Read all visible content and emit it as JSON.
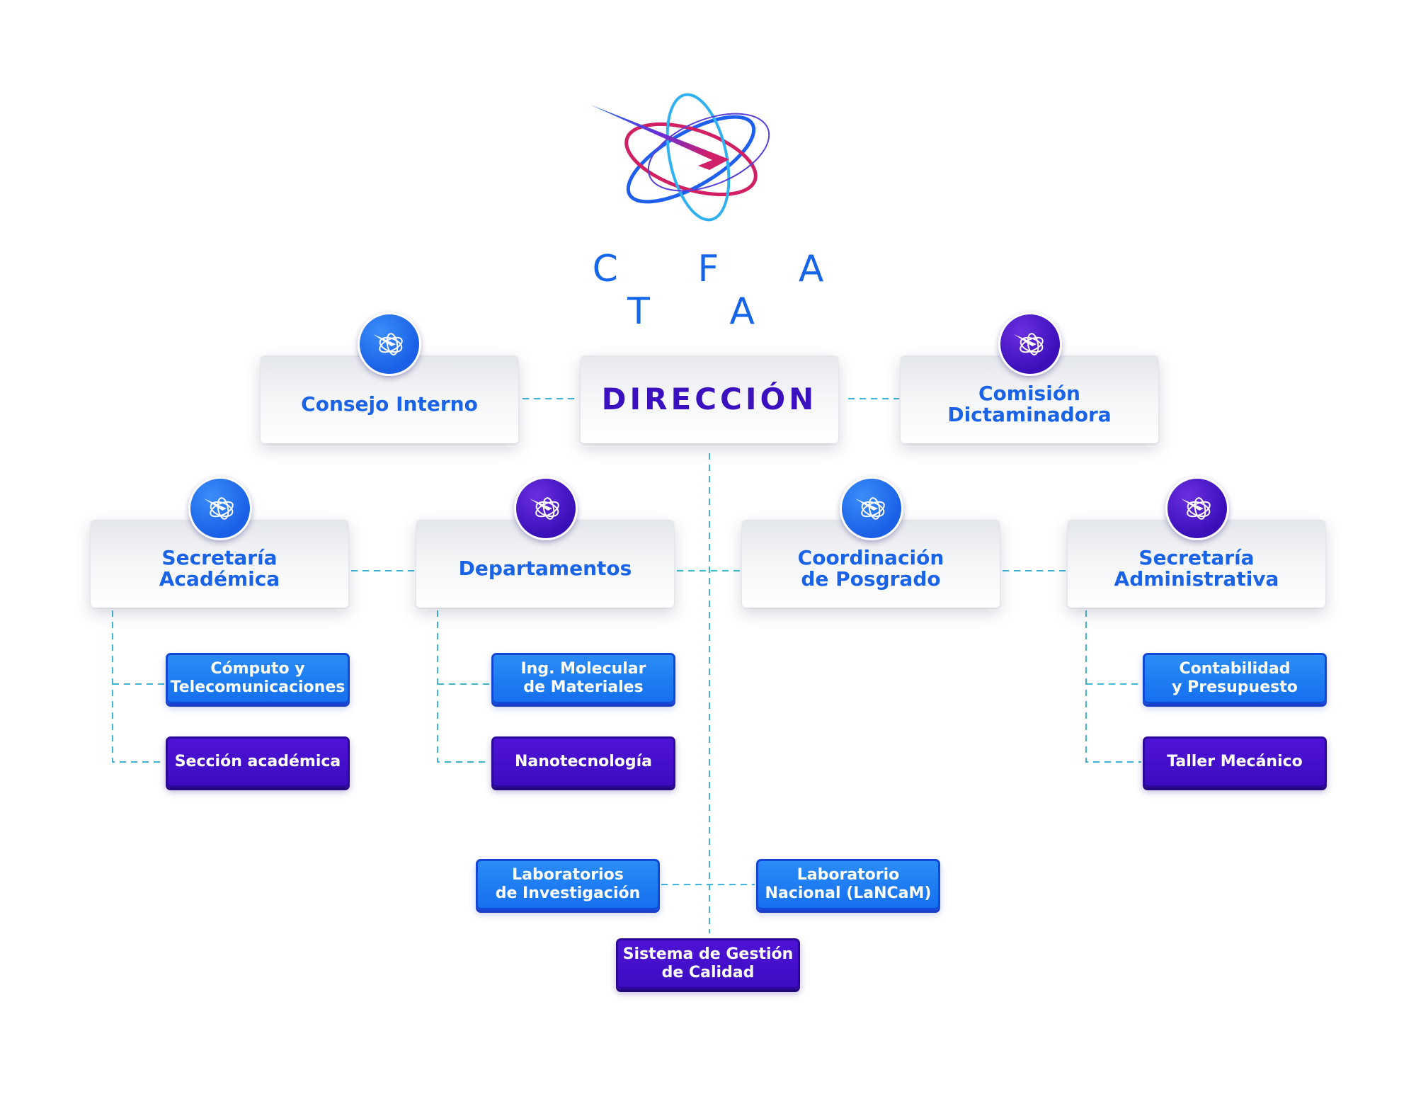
{
  "brand": {
    "name": "C F A T A"
  },
  "colors": {
    "blue": "#1a63e6",
    "purple": "#3b10bf",
    "connector": "#3fb4d6"
  },
  "top_row": {
    "left": {
      "label": "Consejo Interno",
      "badge": "atom-icon"
    },
    "center": {
      "label": "DIRECCIÓN"
    },
    "right": {
      "label": "Comisión\nDictaminadora",
      "badge": "atom-icon"
    }
  },
  "second_row": [
    {
      "label": "Secretaría\nAcadémica",
      "badge": "atom-icon"
    },
    {
      "label": "Departamentos",
      "badge": "atom-icon"
    },
    {
      "label": "Coordinación\nde Posgrado",
      "badge": "atom-icon"
    },
    {
      "label": "Secretaría\nAdministrativa",
      "badge": "atom-icon"
    }
  ],
  "sub_units": {
    "academica": [
      "Cómputo y\nTelecomunicaciones",
      "Sección académica"
    ],
    "departamentos": [
      "Ing. Molecular\nde Materiales",
      "Nanotecnología"
    ],
    "administrativa": [
      "Contabilidad\ny Presupuesto",
      "Taller Mecánico"
    ]
  },
  "bottom_units": {
    "left": "Laboratorios\nde Investigación",
    "right": "Laboratorio\nNacional (LaNCaM)",
    "center": "Sistema de Gestión\nde Calidad"
  }
}
